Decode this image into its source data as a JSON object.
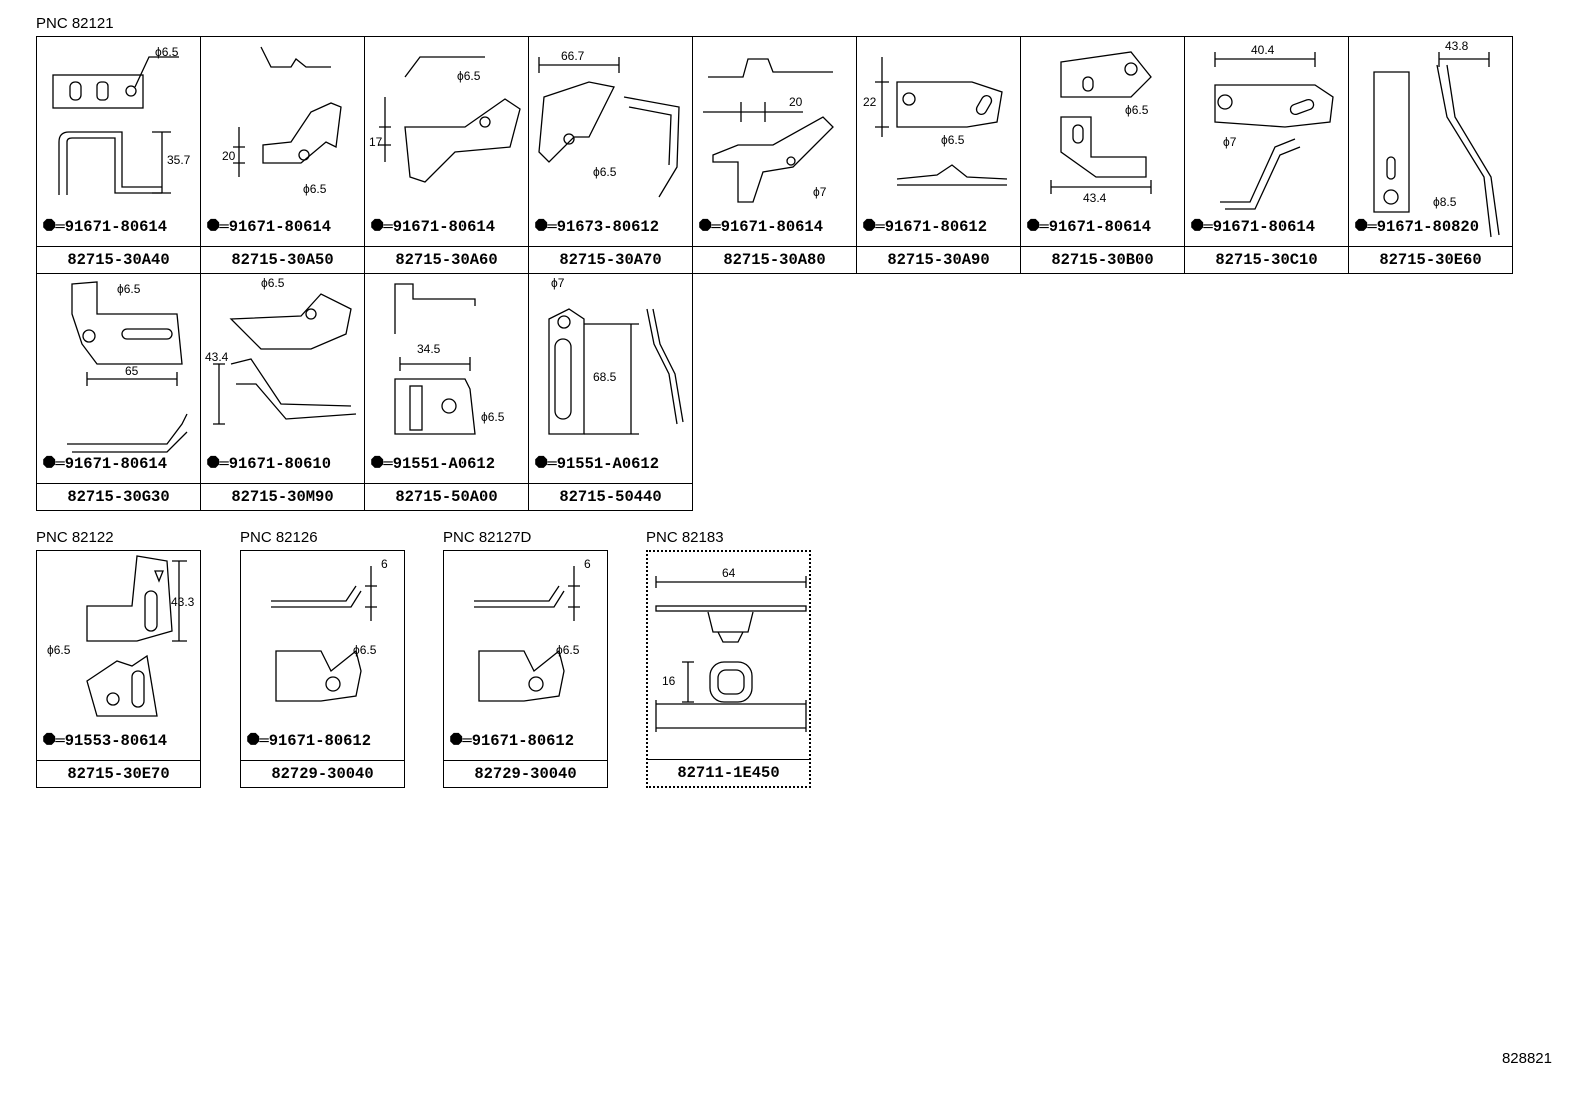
{
  "groups": [
    {
      "pnc": "PNC 82121"
    },
    {
      "pnc": "PNC 82122"
    },
    {
      "pnc": "PNC 82126"
    },
    {
      "pnc": "PNC 82127D"
    },
    {
      "pnc": "PNC 82183"
    }
  ],
  "cells": [
    {
      "part": "82715-30A40",
      "bolt": "91671-80614",
      "dims": [
        "ϕ6.5",
        "35.7"
      ]
    },
    {
      "part": "82715-30A50",
      "bolt": "91671-80614",
      "dims": [
        "20",
        "ϕ6.5"
      ]
    },
    {
      "part": "82715-30A60",
      "bolt": "91671-80614",
      "dims": [
        "ϕ6.5",
        "17"
      ]
    },
    {
      "part": "82715-30A70",
      "bolt": "91673-80612",
      "dims": [
        "66.7",
        "ϕ6.5"
      ]
    },
    {
      "part": "82715-30A80",
      "bolt": "91671-80614",
      "dims": [
        "20",
        "ϕ7"
      ]
    },
    {
      "part": "82715-30A90",
      "bolt": "91671-80612",
      "dims": [
        "22",
        "ϕ6.5"
      ]
    },
    {
      "part": "82715-30B00",
      "bolt": "91671-80614",
      "dims": [
        "ϕ6.5",
        "43.4"
      ]
    },
    {
      "part": "82715-30C10",
      "bolt": "91671-80614",
      "dims": [
        "40.4",
        "ϕ7"
      ]
    },
    {
      "part": "82715-30E60",
      "bolt": "91671-80820",
      "dims": [
        "43.8",
        "ϕ8.5"
      ]
    },
    {
      "part": "82715-30G30",
      "bolt": "91671-80614",
      "dims": [
        "ϕ6.5",
        "65"
      ]
    },
    {
      "part": "82715-30M90",
      "bolt": "91671-80610",
      "dims": [
        "ϕ6.5",
        "43.4"
      ]
    },
    {
      "part": "82715-50A00",
      "bolt": "91551-A0612",
      "dims": [
        "34.5",
        "ϕ6.5"
      ]
    },
    {
      "part": "82715-50440",
      "bolt": "91551-A0612",
      "dims": [
        "ϕ7",
        "68.5"
      ]
    },
    {
      "part": "82715-30E70",
      "bolt": "91553-80614",
      "dims": [
        "43.3",
        "ϕ6.5"
      ]
    },
    {
      "part": "82729-30040",
      "bolt": "91671-80612",
      "dims": [
        "6",
        "ϕ6.5"
      ]
    },
    {
      "part": "82729-30040",
      "bolt": "91671-80612",
      "dims": [
        "6",
        "ϕ6.5"
      ]
    },
    {
      "part": "82711-1E450",
      "bolt": "",
      "dims": [
        "64",
        "16"
      ]
    }
  ],
  "doc_number": "828821"
}
